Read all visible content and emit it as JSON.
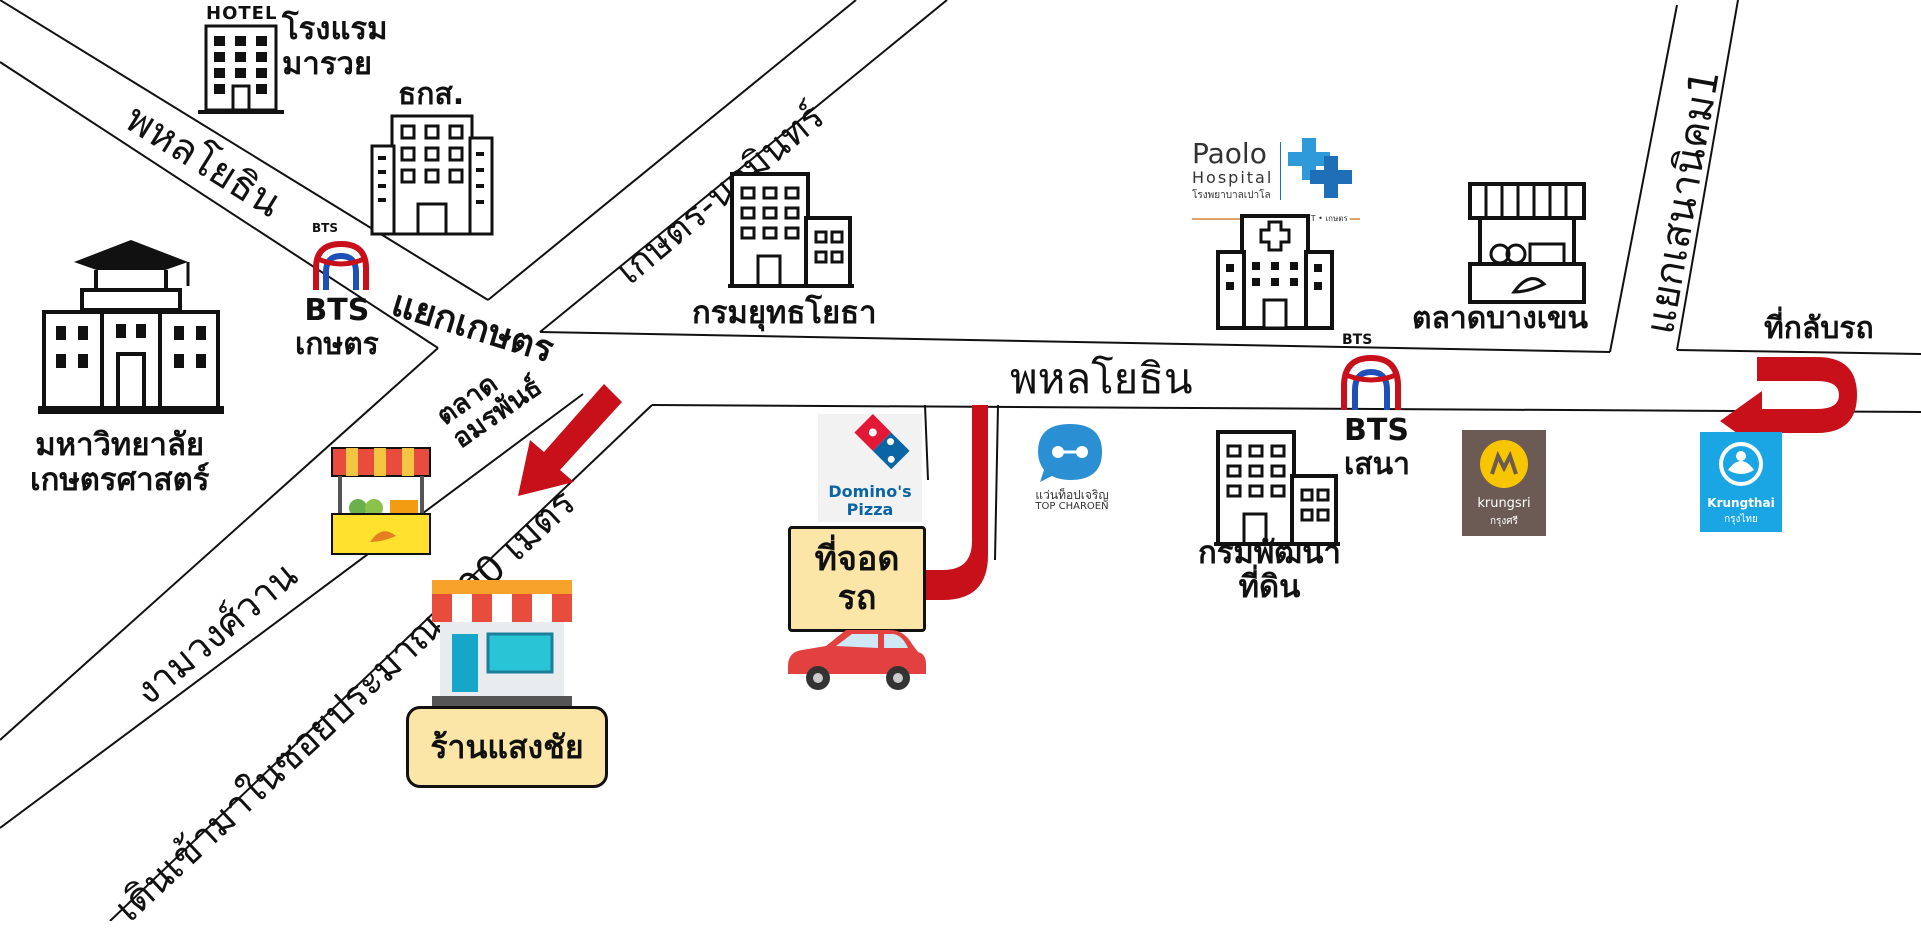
{
  "roads": {
    "phahonyothin_nw": "พหลโยธิน",
    "kaset_nawamin": "เกษตร-นวมินทร์",
    "ngamwongwan": "งามวงศ์วาน",
    "soi_walk": "เดินเข้ามาในซอยประมาณ 100 เมตร",
    "phahonyothin_main": "พหลโยธิน",
    "sena_nikhom": "แยกเสนานิคม1"
  },
  "places": {
    "hotel_sign": "HOTEL",
    "hotel_name": "โรงแรม\nมารวย",
    "baac": "ธกส.",
    "university": "มหาวิทยาลัย\nเกษตรศาสตร์",
    "bts_kaset": "BTS\nเกษตร",
    "kaset_junction": "แยกเกษตร",
    "army_transport": "กรมยุทธโยธา",
    "amornphan_market": "ตลาด\nอมรพันธ์",
    "shop": "ร้านแสงชัย",
    "parking": "ที่จอด\nรถ",
    "land_dev": "กรมพัฒนา\nที่ดิน",
    "bts_sena": "BTS\nเสนา",
    "bangkhen_market": "ตลาดบางเขน",
    "u_turn": "ที่กลับรถ"
  },
  "logos": {
    "bts_logo_text": "BTS",
    "dominos_line1": "Domino's",
    "dominos_line2": "Pizza",
    "paolo_line1": "Paolo",
    "paolo_line2": "Hospital",
    "paolo_thai": "โรงพยาบาลเปาโล",
    "paolo_branch": "KASET • เกษตร",
    "topcharoen_thai": "แว่นท็อปเจริญ",
    "topcharoen_en": "TOP CHAROEN",
    "krungsri_en": "krungsri",
    "krungsri_th": "กรุงศรี",
    "krungthai_en": "Krungthai",
    "krungthai_th": "กรุงไทย"
  },
  "colors": {
    "route_arrow": "#c8101a",
    "label_box": "#fbe6a8",
    "dominos_blue": "#0b64a3",
    "dominos_red": "#e31837",
    "paolo_blue": "#1f6fb8",
    "topcharoen_blue": "#2b8fd3",
    "krungsri_bg": "#6b5b54",
    "krungsri_gold": "#f7c600",
    "krungthai_blue": "#1aa6e4",
    "car_red": "#e3413f"
  }
}
